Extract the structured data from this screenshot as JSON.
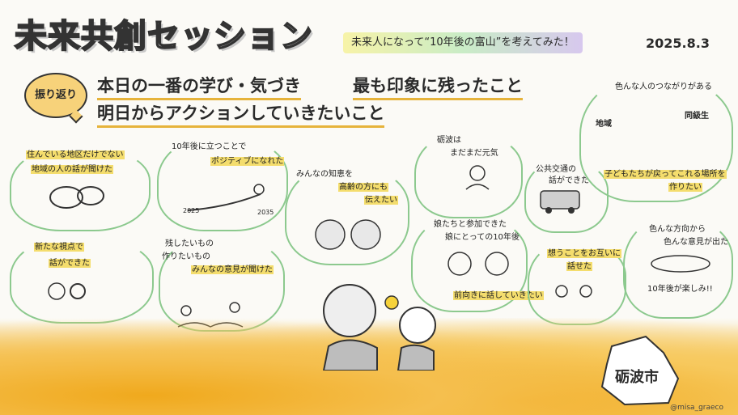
{
  "header": {
    "title": "未来共創セッション",
    "subtitle": "未来人になって“10年後の富山”を考えてみた！",
    "date": "2025.8.3"
  },
  "reflection": {
    "label": "振り返り",
    "prompts": [
      "本日の一番の学び・気づき",
      "最も印象に残ったこと",
      "明日からアクションしていきたいこと"
    ]
  },
  "notes": {
    "n1": "住んでいる地区だけでない",
    "n1b": "地域の人の話が聞けた",
    "n2": "10年後に立つことで",
    "n2b": "ポジティブになれた",
    "n2_y1": "2025",
    "n2_y2": "2035",
    "n3": "みんなの知恵を",
    "n3b": "高齢の方にも",
    "n3c": "伝えたい",
    "n4": "砺波は",
    "n4b": "まだまだ元気",
    "n5": "公共交通の",
    "n5b": "話ができた",
    "n6": "色んな人のつながりがある",
    "n6_tag1": "地域",
    "n6_tag2": "同級生",
    "n6b": "子どもたちが戻ってこれる場所を",
    "n6c": "作りたい",
    "n7": "新たな視点で",
    "n7b": "話ができた",
    "n8": "残したいもの",
    "n8b": "作りたいもの",
    "n8c": "みんなの意見が聞けた",
    "n9": "娘たちと参加できた",
    "n9b": "娘にとっての10年後",
    "n9c": "前向きに話していきたい",
    "n10": "想うことをお互いに",
    "n10b": "話せた",
    "n11": "色んな方向から",
    "n11b": "色んな意見が出た",
    "n11c": "10年後が楽しみ!!"
  },
  "map_label": "砺波市",
  "credit": "@misa_graeco",
  "colors": {
    "accent_yellow": "#e6b33b",
    "card_green": "#8cc98e",
    "footer_orange": "#f1b235"
  }
}
